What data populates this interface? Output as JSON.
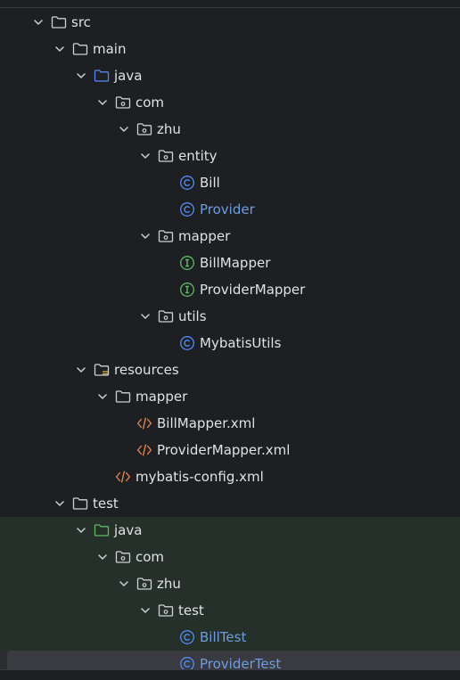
{
  "tree": {
    "items": [
      {
        "label": "src",
        "depth": 0,
        "kind": "folder",
        "expanded": true,
        "color": "normal",
        "icon": "folder-icon"
      },
      {
        "label": "main",
        "depth": 1,
        "kind": "folder",
        "expanded": true,
        "color": "normal",
        "icon": "folder-icon"
      },
      {
        "label": "java",
        "depth": 2,
        "kind": "source-root",
        "expanded": true,
        "color": "normal",
        "icon": "source-root-icon"
      },
      {
        "label": "com",
        "depth": 3,
        "kind": "package",
        "expanded": true,
        "color": "normal",
        "icon": "package-icon"
      },
      {
        "label": "zhu",
        "depth": 4,
        "kind": "package",
        "expanded": true,
        "color": "normal",
        "icon": "package-icon"
      },
      {
        "label": "entity",
        "depth": 5,
        "kind": "package",
        "expanded": true,
        "color": "normal",
        "icon": "package-icon"
      },
      {
        "label": "Bill",
        "depth": 6,
        "kind": "class",
        "color": "normal",
        "icon": "class-icon"
      },
      {
        "label": "Provider",
        "depth": 6,
        "kind": "class",
        "color": "blue",
        "icon": "class-icon"
      },
      {
        "label": "mapper",
        "depth": 5,
        "kind": "package",
        "expanded": true,
        "color": "normal",
        "icon": "package-icon"
      },
      {
        "label": "BillMapper",
        "depth": 6,
        "kind": "interface",
        "color": "normal",
        "icon": "interface-icon"
      },
      {
        "label": "ProviderMapper",
        "depth": 6,
        "kind": "interface",
        "color": "normal",
        "icon": "interface-icon"
      },
      {
        "label": "utils",
        "depth": 5,
        "kind": "package",
        "expanded": true,
        "color": "normal",
        "icon": "package-icon"
      },
      {
        "label": "MybatisUtils",
        "depth": 6,
        "kind": "class",
        "color": "normal",
        "icon": "class-icon"
      },
      {
        "label": "resources",
        "depth": 2,
        "kind": "resources-root",
        "expanded": true,
        "color": "normal",
        "icon": "resources-root-icon"
      },
      {
        "label": "mapper",
        "depth": 3,
        "kind": "folder",
        "expanded": true,
        "color": "normal",
        "icon": "folder-icon"
      },
      {
        "label": "BillMapper.xml",
        "depth": 4,
        "kind": "xml",
        "color": "normal",
        "icon": "xml-file-icon"
      },
      {
        "label": "ProviderMapper.xml",
        "depth": 4,
        "kind": "xml",
        "color": "normal",
        "icon": "xml-file-icon"
      },
      {
        "label": "mybatis-config.xml",
        "depth": 3,
        "kind": "xml",
        "color": "normal",
        "icon": "xml-file-icon"
      },
      {
        "label": "test",
        "depth": 1,
        "kind": "folder",
        "expanded": true,
        "color": "normal",
        "icon": "folder-icon"
      },
      {
        "label": "java",
        "depth": 2,
        "kind": "test-root",
        "expanded": true,
        "color": "normal",
        "icon": "test-root-icon",
        "testArea": true
      },
      {
        "label": "com",
        "depth": 3,
        "kind": "package",
        "expanded": true,
        "color": "normal",
        "icon": "package-icon",
        "testArea": true
      },
      {
        "label": "zhu",
        "depth": 4,
        "kind": "package",
        "expanded": true,
        "color": "normal",
        "icon": "package-icon",
        "testArea": true
      },
      {
        "label": "test",
        "depth": 5,
        "kind": "package",
        "expanded": true,
        "color": "normal",
        "icon": "package-icon",
        "testArea": true
      },
      {
        "label": "BillTest",
        "depth": 6,
        "kind": "class",
        "color": "blue",
        "icon": "class-icon",
        "testArea": true
      },
      {
        "label": "ProviderTest",
        "depth": 6,
        "kind": "class",
        "color": "blue",
        "icon": "class-icon",
        "testArea": true,
        "selected": true
      }
    ]
  },
  "colors": {
    "background": "#1e1f22",
    "testBackground": "#25302a",
    "selection": "#393b40",
    "text": "#dfe1e5",
    "modifiedText": "#6f9ddb",
    "folderStroke": "#ced0d6",
    "sourceRoot": "#548af7",
    "testRoot": "#5fb865",
    "classIcon": "#548af7",
    "interfaceIcon": "#5fb865",
    "xmlIcon": "#e08855",
    "resourcesAccent": "#d6ae58"
  }
}
